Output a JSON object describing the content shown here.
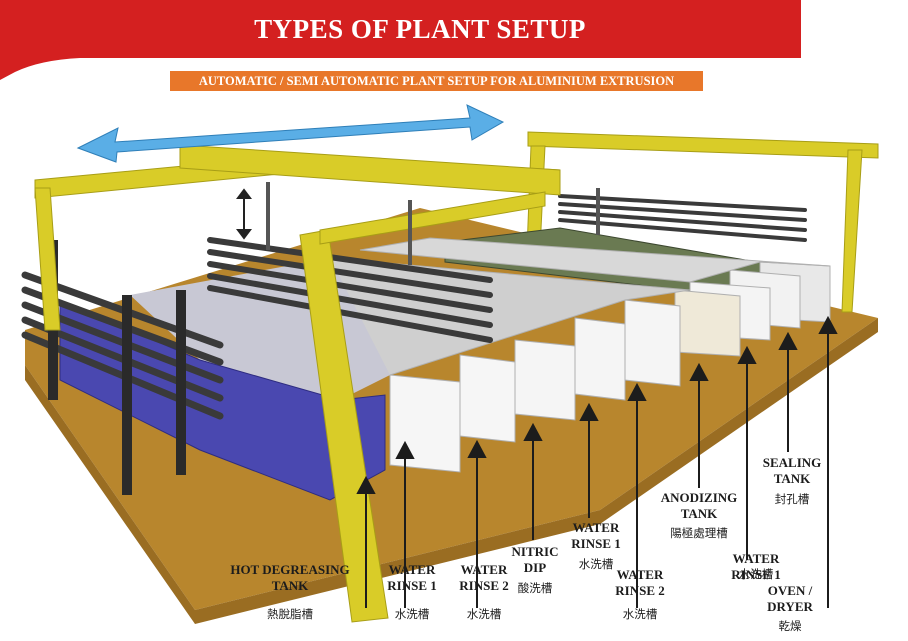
{
  "header": {
    "title": "TYPES OF PLANT SETUP",
    "subtitle": "AUTOMATIC / SEMI AUTOMATIC PLANT SETUP FOR ALUMINIUM EXTRUSION"
  },
  "colors": {
    "banner_red": "#d42020",
    "subtitle_orange": "#e8772a",
    "crane_yellow": "#d9cc28",
    "floor_brown": "#b8862d",
    "degreasing_blue": "#4a48b0",
    "arrow_blue": "#5aaee6"
  },
  "tanks": [
    {
      "id": "hot-degreasing-tank",
      "name_lines": [
        "HOT DEGREASING",
        "TANK"
      ],
      "chinese": "熱脫脂槽"
    },
    {
      "id": "water-rinse-1-a",
      "name_lines": [
        "WATER",
        "RINSE 1"
      ],
      "chinese": "水洗槽"
    },
    {
      "id": "water-rinse-2-a",
      "name_lines": [
        "WATER",
        "RINSE 2"
      ],
      "chinese": "水洗槽"
    },
    {
      "id": "nitric-dip",
      "name_lines": [
        "NITRIC",
        "DIP"
      ],
      "chinese": "酸洗槽"
    },
    {
      "id": "water-rinse-1-b",
      "name_lines": [
        "WATER",
        "RINSE 1"
      ],
      "chinese": "水洗槽"
    },
    {
      "id": "water-rinse-2-b",
      "name_lines": [
        "WATER",
        "RINSE 2"
      ],
      "chinese": "水洗槽"
    },
    {
      "id": "anodizing-tank",
      "name_lines": [
        "ANODIZING",
        "TANK"
      ],
      "chinese": "陽極處理槽"
    },
    {
      "id": "water-rinse-1-c",
      "name_lines": [
        "WATER",
        "RINSE 1"
      ],
      "chinese": "水洗槽"
    },
    {
      "id": "sealing-tank",
      "name_lines": [
        "SEALING",
        "TANK"
      ],
      "chinese": "封孔槽"
    },
    {
      "id": "oven-dryer",
      "name_lines": [
        "OVEN /",
        "DRYER"
      ],
      "chinese": "乾燥"
    }
  ]
}
